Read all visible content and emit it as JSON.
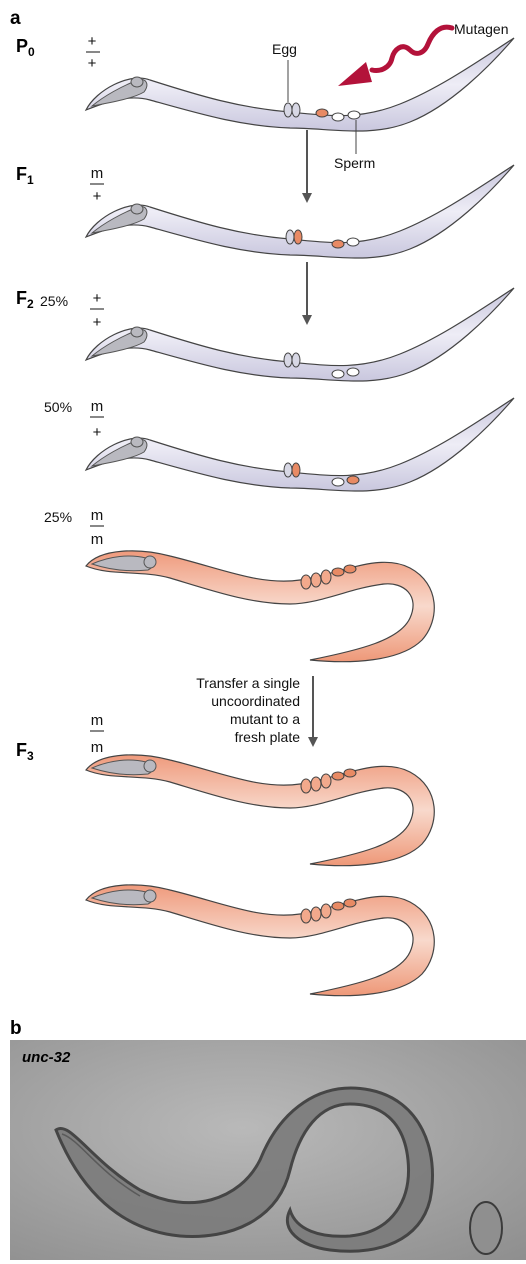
{
  "panel_a_label": "a",
  "panel_b_label": "b",
  "mutagen_label": "Mutagen",
  "egg_label": "Egg",
  "sperm_label": "Sperm",
  "generations": {
    "p0": {
      "main": "P",
      "sub": "0"
    },
    "f1": {
      "main": "F",
      "sub": "1"
    },
    "f2": {
      "main": "F",
      "sub": "2"
    },
    "f3": {
      "main": "F",
      "sub": "3"
    }
  },
  "percents": {
    "f2_a": "25%",
    "f2_b": "50%",
    "f2_c": "25%"
  },
  "genotypes": {
    "p0": {
      "top": "+",
      "bottom": "+"
    },
    "f1": {
      "top": "m",
      "bottom": "+"
    },
    "f2_a": {
      "top": "+",
      "bottom": "+"
    },
    "f2_b": {
      "top": "m",
      "bottom": "+"
    },
    "f2_c": {
      "top": "m",
      "bottom": "m"
    },
    "f3": {
      "top": "m",
      "bottom": "m"
    }
  },
  "transfer_text": [
    "Transfer a single",
    "uncoordinated",
    "mutant to a",
    "fresh plate"
  ],
  "photo_label": "unc-32",
  "colors": {
    "wild_body": "#dcdaea",
    "wild_stroke": "#444444",
    "mutant_body": "#f2a98c",
    "mutant_center": "#cdd3ea",
    "pharynx": "#b9b9c0",
    "mutagen_arrow": "#b3123a",
    "arrow": "#555555",
    "mutant_egg": "#e88a64",
    "photo_bg": "#a7a7a7"
  }
}
